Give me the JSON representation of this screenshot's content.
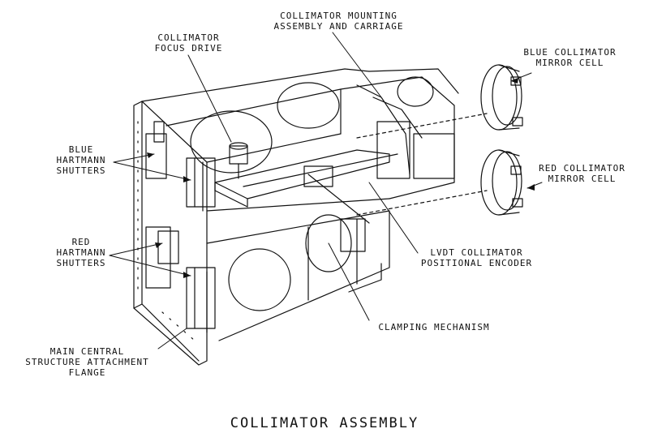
{
  "diagram": {
    "caption": "COLLIMATOR ASSEMBLY",
    "labels": {
      "focus_drive": [
        "COLLIMATOR",
        "FOCUS DRIVE"
      ],
      "mounting_assembly": [
        "COLLIMATOR MOUNTING",
        "ASSEMBLY AND CARRIAGE"
      ],
      "blue_mirror_cell": [
        "BLUE COLLIMATOR",
        "MIRROR CELL"
      ],
      "red_mirror_cell": [
        "RED COLLIMATOR",
        "MIRROR CELL"
      ],
      "blue_hartmann": [
        "BLUE",
        "HARTMANN",
        "SHUTTERS"
      ],
      "red_hartmann": [
        "RED",
        "HARTMANN",
        "SHUTTERS"
      ],
      "lvdt_encoder": [
        "LVDT COLLIMATOR",
        "POSITIONAL ENCODER"
      ],
      "clamping": [
        "CLAMPING MECHANISM"
      ],
      "attachment_flange": [
        "MAIN CENTRAL",
        "STRUCTURE ATTACHMENT",
        "FLANGE"
      ]
    },
    "colors": {
      "ink": "#111111",
      "paper": "#ffffff"
    }
  }
}
